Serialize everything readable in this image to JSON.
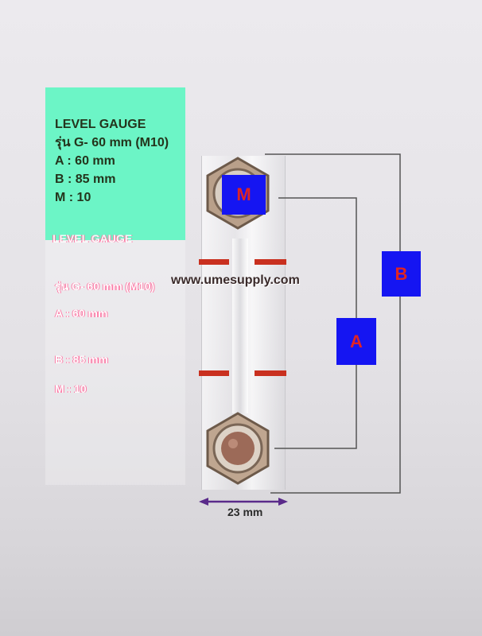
{
  "spec": {
    "title": "LEVEL GAUGE",
    "model": "รุ่น G- 60 mm (M10)",
    "a": "A : 60 mm",
    "b": "B : 85 mm",
    "m": "M : 10"
  },
  "ghost_text": {
    "title": "LEVEL GAUGE",
    "model": "รุ่น G- 60 mm (M10)",
    "a": "A : 60 mm",
    "b": "B : 85 mm",
    "m": "M : 10"
  },
  "watermark": "www.umesupply.com",
  "labels": {
    "m": "M",
    "a": "A",
    "b": "B"
  },
  "dimension": "23 mm",
  "colors": {
    "panel": "#6cf5c6",
    "label_box": "#1515f2",
    "label_text": "#e02424",
    "dimension_arrow": "#5a2a8a"
  }
}
